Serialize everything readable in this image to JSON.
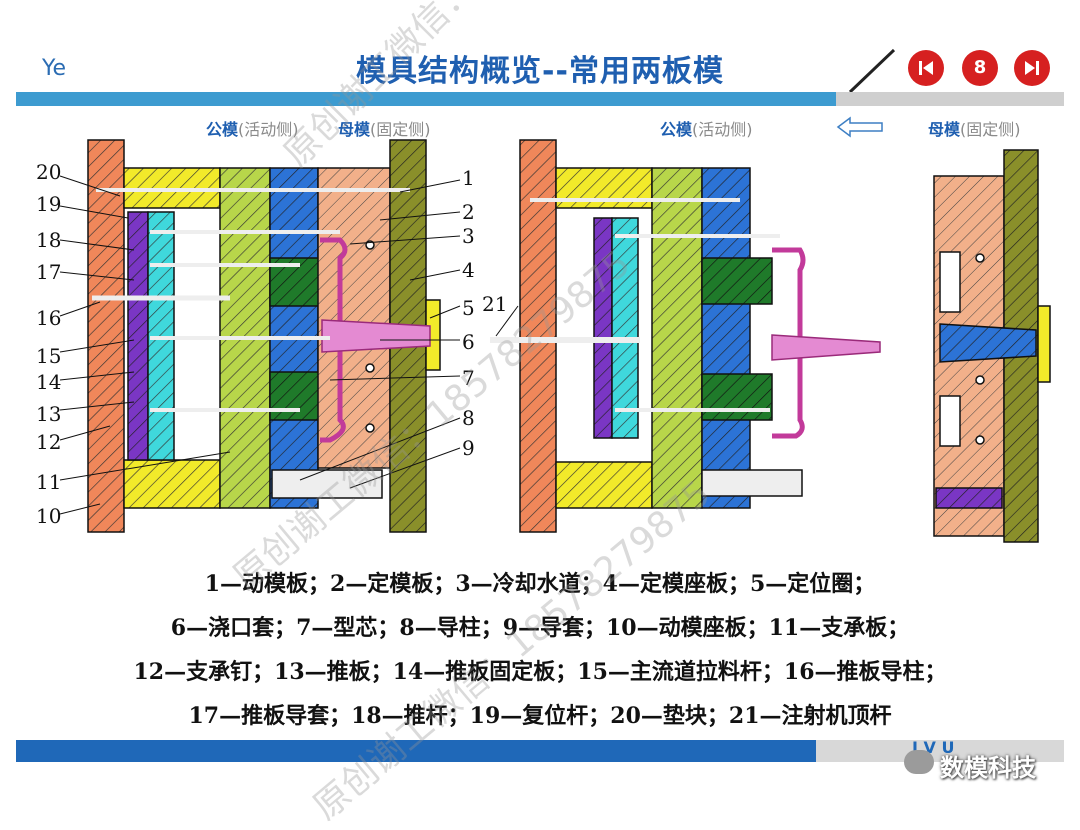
{
  "header": {
    "brand": "Ye",
    "title": "模具结构概览--常用两板模",
    "nav": {
      "prev_icon": "skip-back-icon",
      "page": "8",
      "next_icon": "skip-forward-icon"
    }
  },
  "labels": {
    "left_core": "公模",
    "left_core_note": "(活动侧)",
    "left_cavity": "母模",
    "left_cavity_note": "(固定侧)",
    "right_core": "公模",
    "right_core_note": "(活动侧)",
    "right_cavity": "母模",
    "right_cavity_note": "(固定侧)"
  },
  "part_numbers": {
    "left_side": [
      "20",
      "19",
      "18",
      "17",
      "16",
      "15",
      "14",
      "13",
      "12",
      "11",
      "10"
    ],
    "right_side": [
      "1",
      "2",
      "3",
      "4",
      "5",
      "6",
      "7",
      "8",
      "9"
    ],
    "middle": "21"
  },
  "legend": [
    "1—动模板；2—定模板；3—冷却水道；4—定模座板；5—定位圈；",
    "6—浇口套；7—型芯；8—导柱；9—导套；10—动模座板；11—支承板；",
    "12—支承钉；13—推板；14—推板固定板；15—主流道拉料杆；16—推板导柱；",
    "17—推板导套；18—推杆；19—复位杆；20—垫块；21—注射机顶杆"
  ],
  "footer": {
    "icons": "I V U",
    "brand": "数模科技"
  },
  "watermarks": [
    "原创谢工微信：18578279875",
    "原创谢工微信：18578279875",
    "原创谢工微信：18578279875"
  ],
  "colors": {
    "accent": "#1f68b8",
    "nav": "#d62020"
  }
}
